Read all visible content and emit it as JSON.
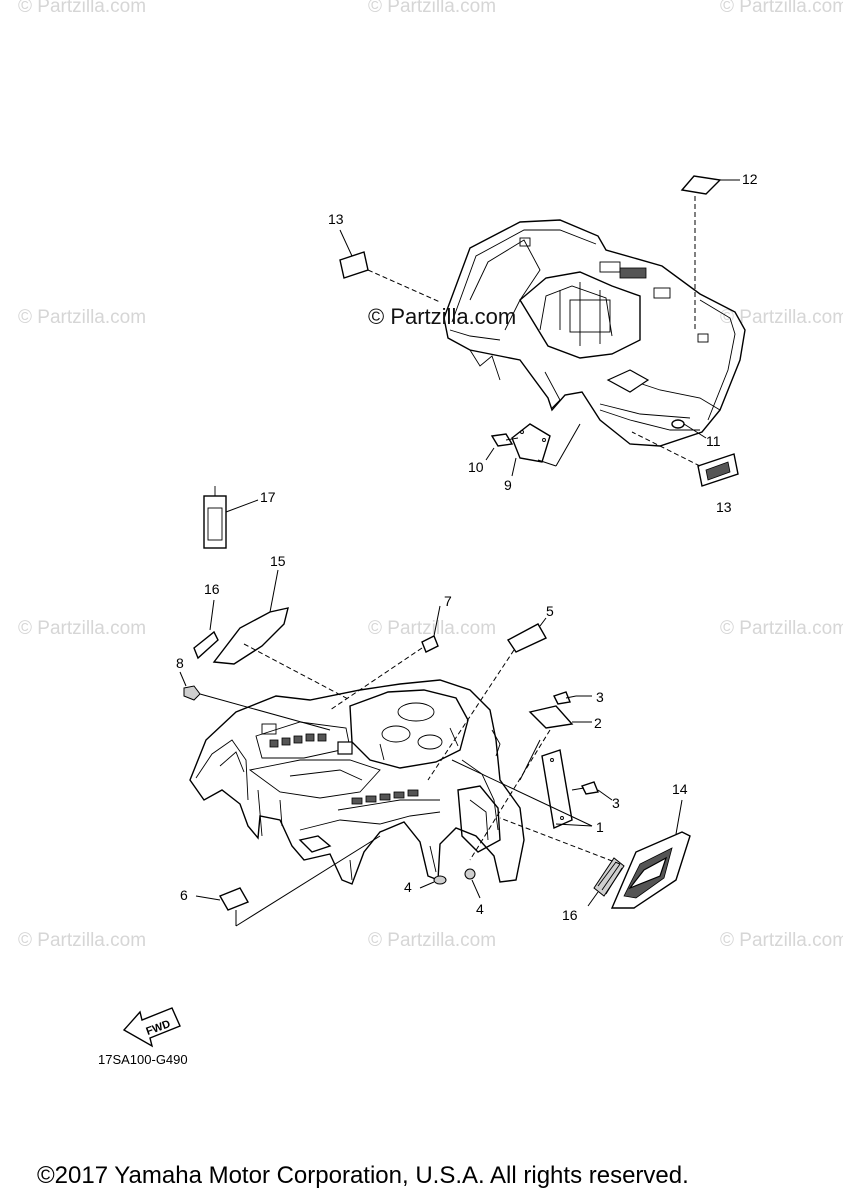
{
  "watermark": {
    "text": "© Partzilla.com",
    "center_text": "© Partzilla.com"
  },
  "callouts": {
    "c1": "1",
    "c2": "2",
    "c3a": "3",
    "c3b": "3",
    "c4a": "4",
    "c4b": "4",
    "c5": "5",
    "c6": "6",
    "c7": "7",
    "c8": "8",
    "c9": "9",
    "c10": "10",
    "c11": "11",
    "c12": "12",
    "c13a": "13",
    "c13b": "13",
    "c14": "14",
    "c15": "15",
    "c16a": "16",
    "c16b": "16",
    "c17": "17"
  },
  "fwd_label": "FWD",
  "diagram_code": "17SA100-G490",
  "copyright": "©2017 Yamaha Motor Corporation, U.S.A. All rights reserved."
}
